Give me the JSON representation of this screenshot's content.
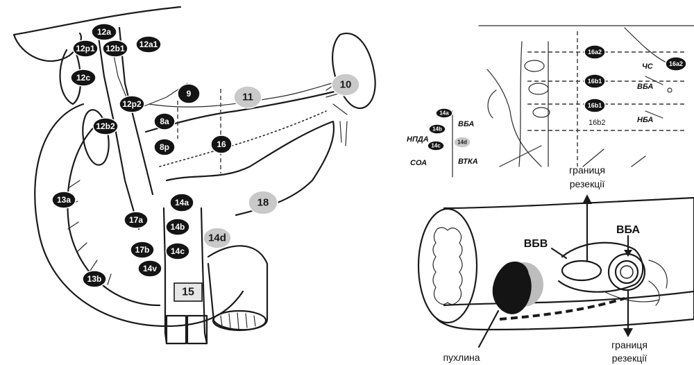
{
  "left_panel": {
    "dark_nodes": [
      "12a",
      "12p1",
      "12b1",
      "12a1",
      "12c",
      "12p2",
      "8a",
      "8p",
      "12b2",
      "9",
      "16",
      "13a",
      "17a",
      "17b",
      "14a",
      "14b",
      "14c",
      "13b",
      "14v"
    ],
    "light_nodes": [
      "11",
      "10",
      "18",
      "14d",
      "15"
    ]
  },
  "top_right_inset": {
    "node_labels": [
      "16a2",
      "16b1",
      "16b2"
    ],
    "vessel_labels": [
      "ЧС",
      "ВБА",
      "НБА"
    ]
  },
  "mid_inset": {
    "node_labels": [
      "14a",
      "14b",
      "14c",
      "14d"
    ],
    "vessel_labels": [
      "ВБА",
      "НПДА",
      "СОА",
      "ВТКА"
    ]
  },
  "bottom_right_panel": {
    "labels": {
      "resection_top": [
        "границя",
        "резекції"
      ],
      "resection_bottom": [
        "границя",
        "резекції"
      ],
      "vein": "ВБВ",
      "artery": "ВБА",
      "tumor": "пухлина"
    }
  }
}
